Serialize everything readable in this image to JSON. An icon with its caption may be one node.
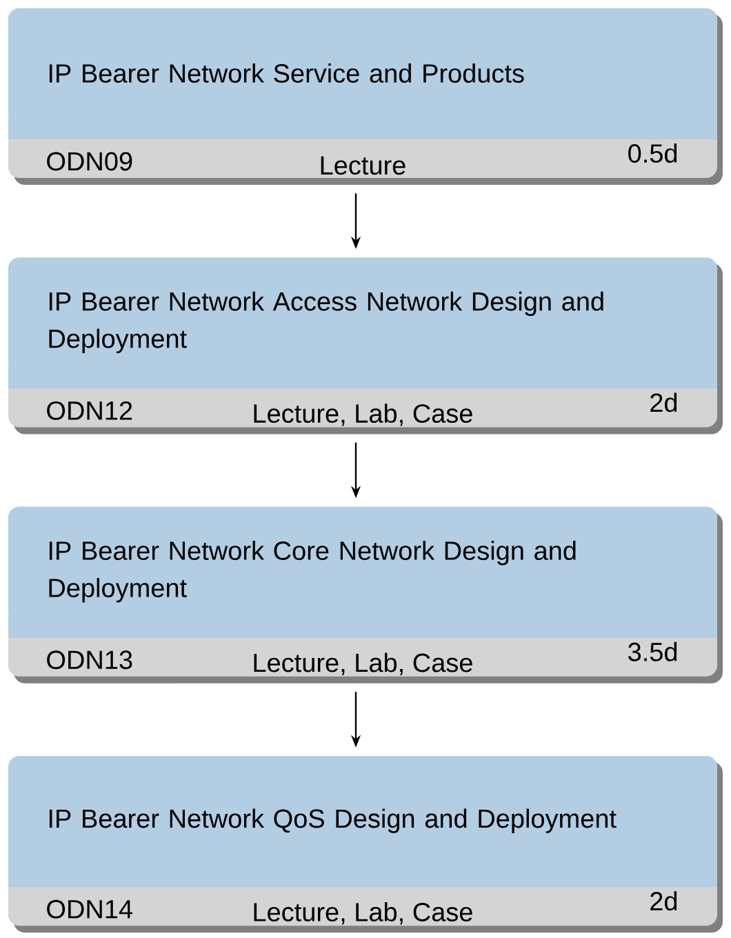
{
  "diagram": {
    "nodes": [
      {
        "text": [
          "IP Bearer Network Service and Products",
          "ODN09",
          "Lecture",
          "0.5d"
        ]
      },
      {
        "text": [
          "IP Bearer Network Access Network Design and Deployment",
          "ODN12",
          "Lecture, Lab, Case",
          "2d"
        ]
      },
      {
        "text": [
          "IP Bearer Network Core Network Design and Deployment",
          "ODN13",
          "Lecture, Lab, Case",
          "3.5d"
        ]
      },
      {
        "text": [
          "IP Bearer Network QoS Design and Deployment",
          "ODN14",
          "Lecture, Lab, Case",
          "2d"
        ]
      }
    ],
    "edges": [
      {
        "from": 0,
        "to": 1,
        "arrow": "to"
      },
      {
        "from": 1,
        "to": 2,
        "arrow": "to"
      },
      {
        "from": 2,
        "to": 3,
        "arrow": "to"
      }
    ]
  }
}
